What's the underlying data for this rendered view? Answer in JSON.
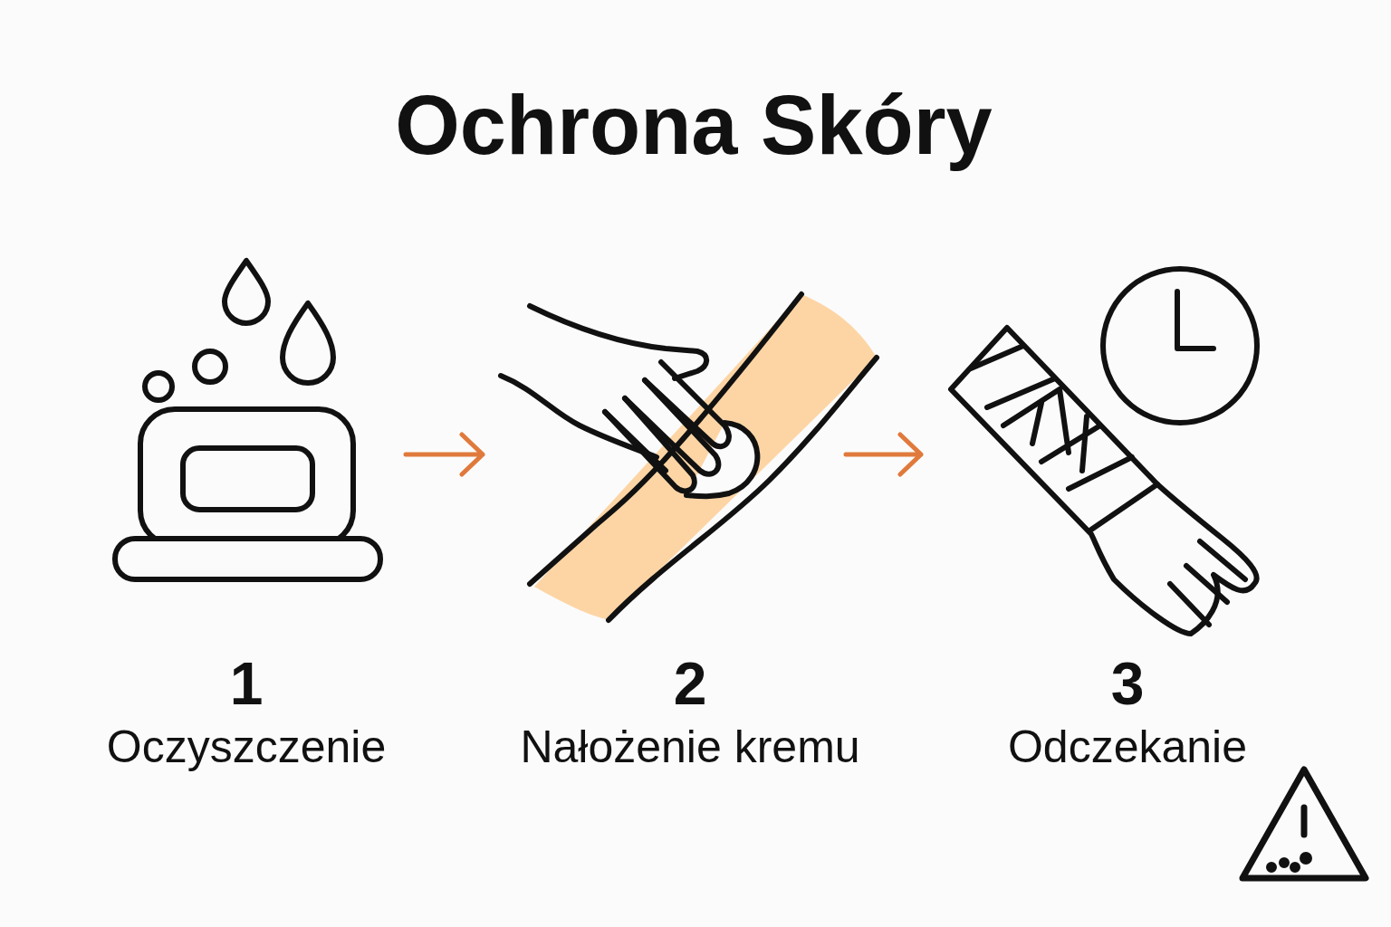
{
  "diagram": {
    "title": "Ochrona Skóry",
    "labels": [
      "1",
      "Oczyszczenie",
      "2",
      "Nałożenie kremu",
      "3",
      "Odczekanie"
    ]
  }
}
